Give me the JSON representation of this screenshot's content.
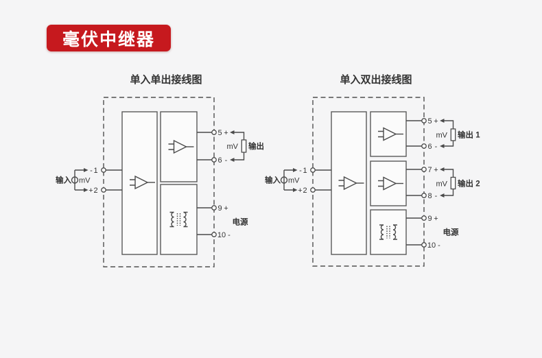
{
  "colors": {
    "page_bg": "#f5f5f6",
    "badge_bg": "#c6191e",
    "badge_text": "#ffffff",
    "line": "#4a4a4a",
    "text": "#333333"
  },
  "badge": {
    "label": "毫伏中继器"
  },
  "diagrams": {
    "left": {
      "title": "单入单出接线图",
      "input": {
        "label": "输入",
        "unit": "mV",
        "neg": {
          "sign": "-",
          "num": "1"
        },
        "pos": {
          "sign": "+",
          "num": "2"
        }
      },
      "output": {
        "label": "输出",
        "unit": "mV",
        "pos": {
          "num": "5",
          "sign": "+"
        },
        "neg": {
          "num": "6",
          "sign": "-"
        }
      },
      "power": {
        "label": "电源",
        "pos": {
          "num": "9",
          "sign": "+"
        },
        "neg": {
          "num": "10",
          "sign": "-"
        }
      }
    },
    "right": {
      "title": "单入双出接线图",
      "input": {
        "label": "输入",
        "unit": "mV",
        "neg": {
          "sign": "-",
          "num": "1"
        },
        "pos": {
          "sign": "+",
          "num": "2"
        }
      },
      "output1": {
        "label": "输出 1",
        "unit": "mV",
        "pos": {
          "num": "5",
          "sign": "+"
        },
        "neg": {
          "num": "6",
          "sign": "-"
        }
      },
      "output2": {
        "label": "输出 2",
        "unit": "mV",
        "pos": {
          "num": "7",
          "sign": "+"
        },
        "neg": {
          "num": "8",
          "sign": "-"
        }
      },
      "power": {
        "label": "电源",
        "pos": {
          "num": "9",
          "sign": "+"
        },
        "neg": {
          "num": "10",
          "sign": "-"
        }
      }
    }
  }
}
